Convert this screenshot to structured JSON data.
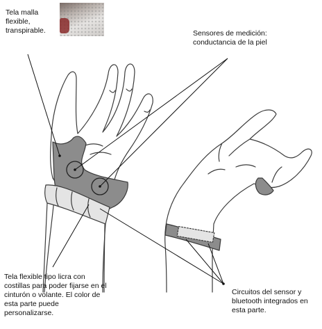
{
  "labels": {
    "mesh": [
      "Tela malla",
      "flexible,",
      "transpirable."
    ],
    "sensors": [
      "Sensores de medición:",
      "conductancia de la piel"
    ],
    "band": [
      "Tela flexible tipo licra con",
      "costillas para poder fijarse en el",
      "cinturón o volante. El color de",
      "esta parte puede",
      "personalizarse."
    ],
    "circuits": [
      "Circuitos del sensor y",
      "bluetooth integrados en",
      "esta parte."
    ]
  },
  "colors": {
    "fabric": "#8c8c8c",
    "band": "#e4e4e4",
    "ink": "#3a3a3a",
    "leader": "#111111"
  },
  "images": {
    "mesh_swatch": "photo of mesh fabric sample"
  }
}
